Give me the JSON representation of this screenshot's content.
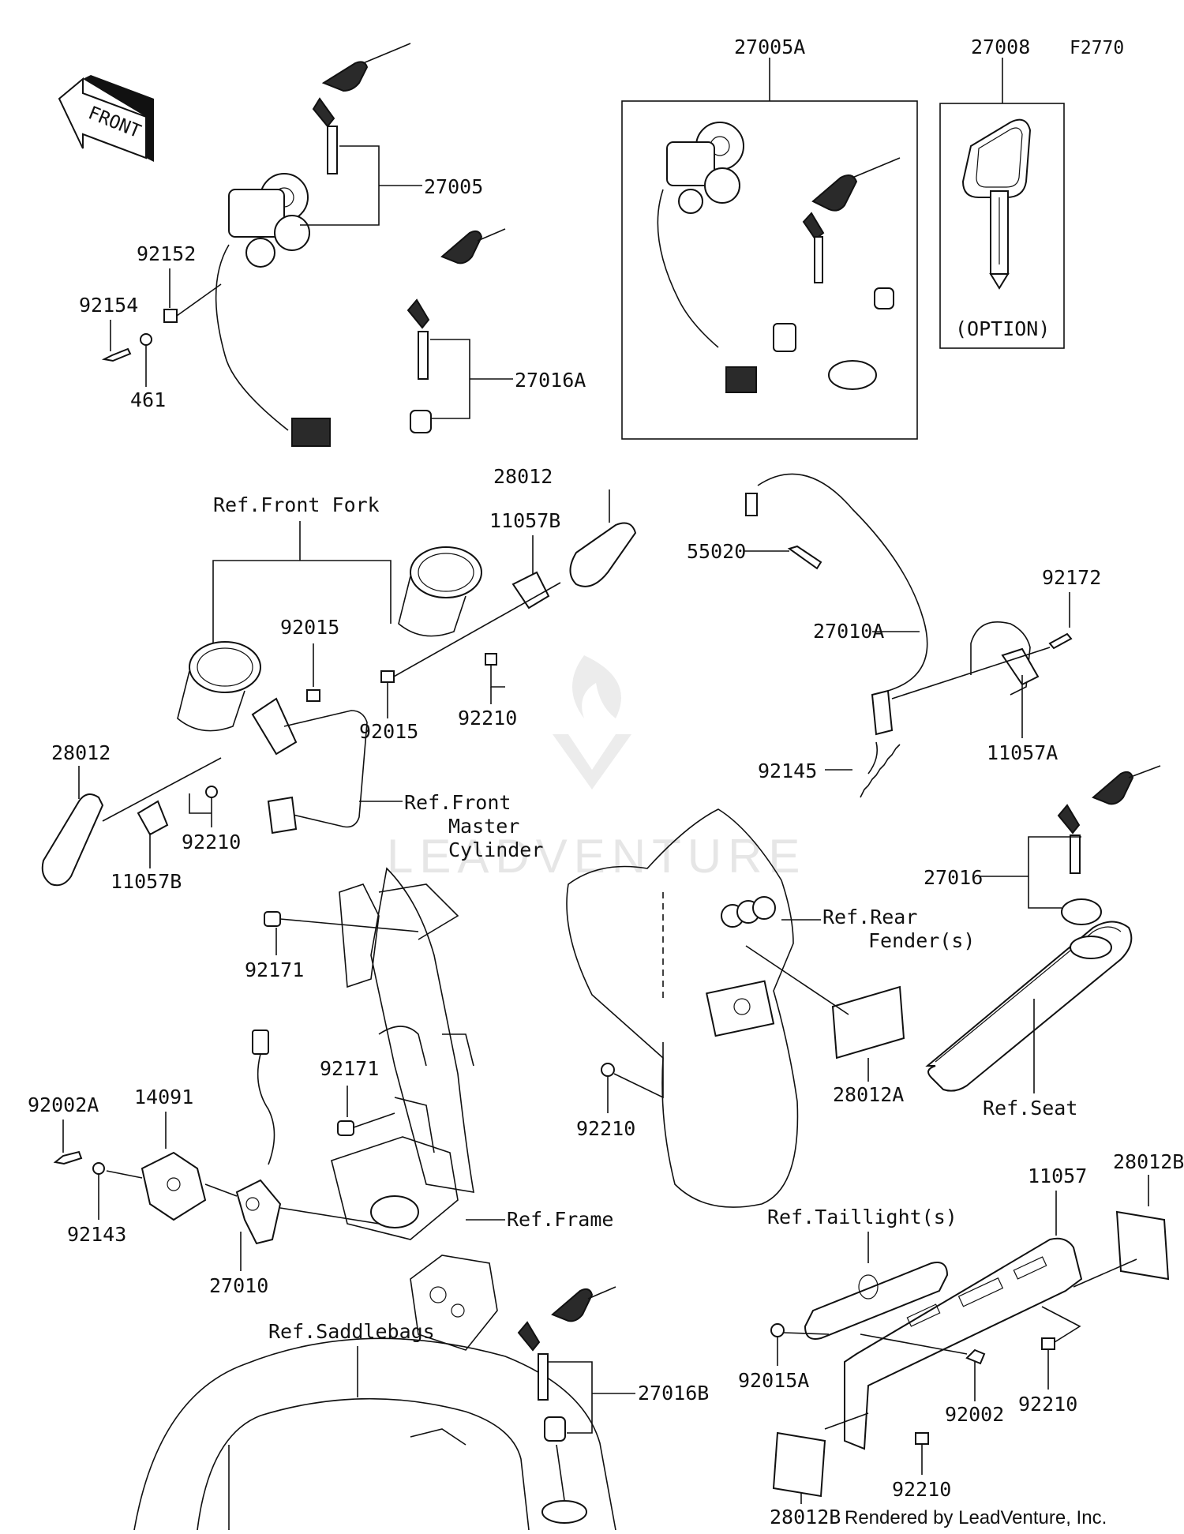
{
  "figure_code": "F2770",
  "front_arrow": "FRONT",
  "option_note": "(OPTION)",
  "footer": "Rendered by LeadVenture, Inc.",
  "watermark": "LEADVENTURE",
  "labels": {
    "p27005A": "27005A",
    "p27008": "27008",
    "p27005": "27005",
    "p92152": "92152",
    "p92154": "92154",
    "p461": "461",
    "p27016A": "27016A",
    "ref_front_fork": "Ref.Front Fork",
    "p28012_top": "28012",
    "p11057B_top": "11057B",
    "p55020": "55020",
    "p92172": "92172",
    "p92015_a": "92015",
    "p92015_b": "92015",
    "p92210_a": "92210",
    "p27010A": "27010A",
    "p28012_left": "28012",
    "p92210_b": "92210",
    "ref_front_master_1": "Ref.Front",
    "ref_front_master_2": "Master",
    "ref_front_master_3": "Cylinder",
    "p92145": "92145",
    "p11057A": "11057A",
    "p11057B_left": "11057B",
    "p27016": "27016",
    "p92171_a": "92171",
    "ref_rear_fender_1": "Ref.Rear",
    "ref_rear_fender_2": "Fender(s)",
    "p92171_b": "92171",
    "p28012A": "28012A",
    "p92002A": "92002A",
    "p14091": "14091",
    "p92210_c": "92210",
    "ref_seat": "Ref.Seat",
    "p92143": "92143",
    "ref_frame": "Ref.Frame",
    "p27010": "27010",
    "p11057": "11057",
    "p28012B_top": "28012B",
    "ref_taillights": "Ref.Taillight(s)",
    "ref_saddlebags": "Ref.Saddlebags",
    "p27016B": "27016B",
    "p92015A": "92015A",
    "p92002": "92002",
    "p92210_d": "92210",
    "p92210_e": "92210",
    "p28012B_bottom": "28012B"
  }
}
